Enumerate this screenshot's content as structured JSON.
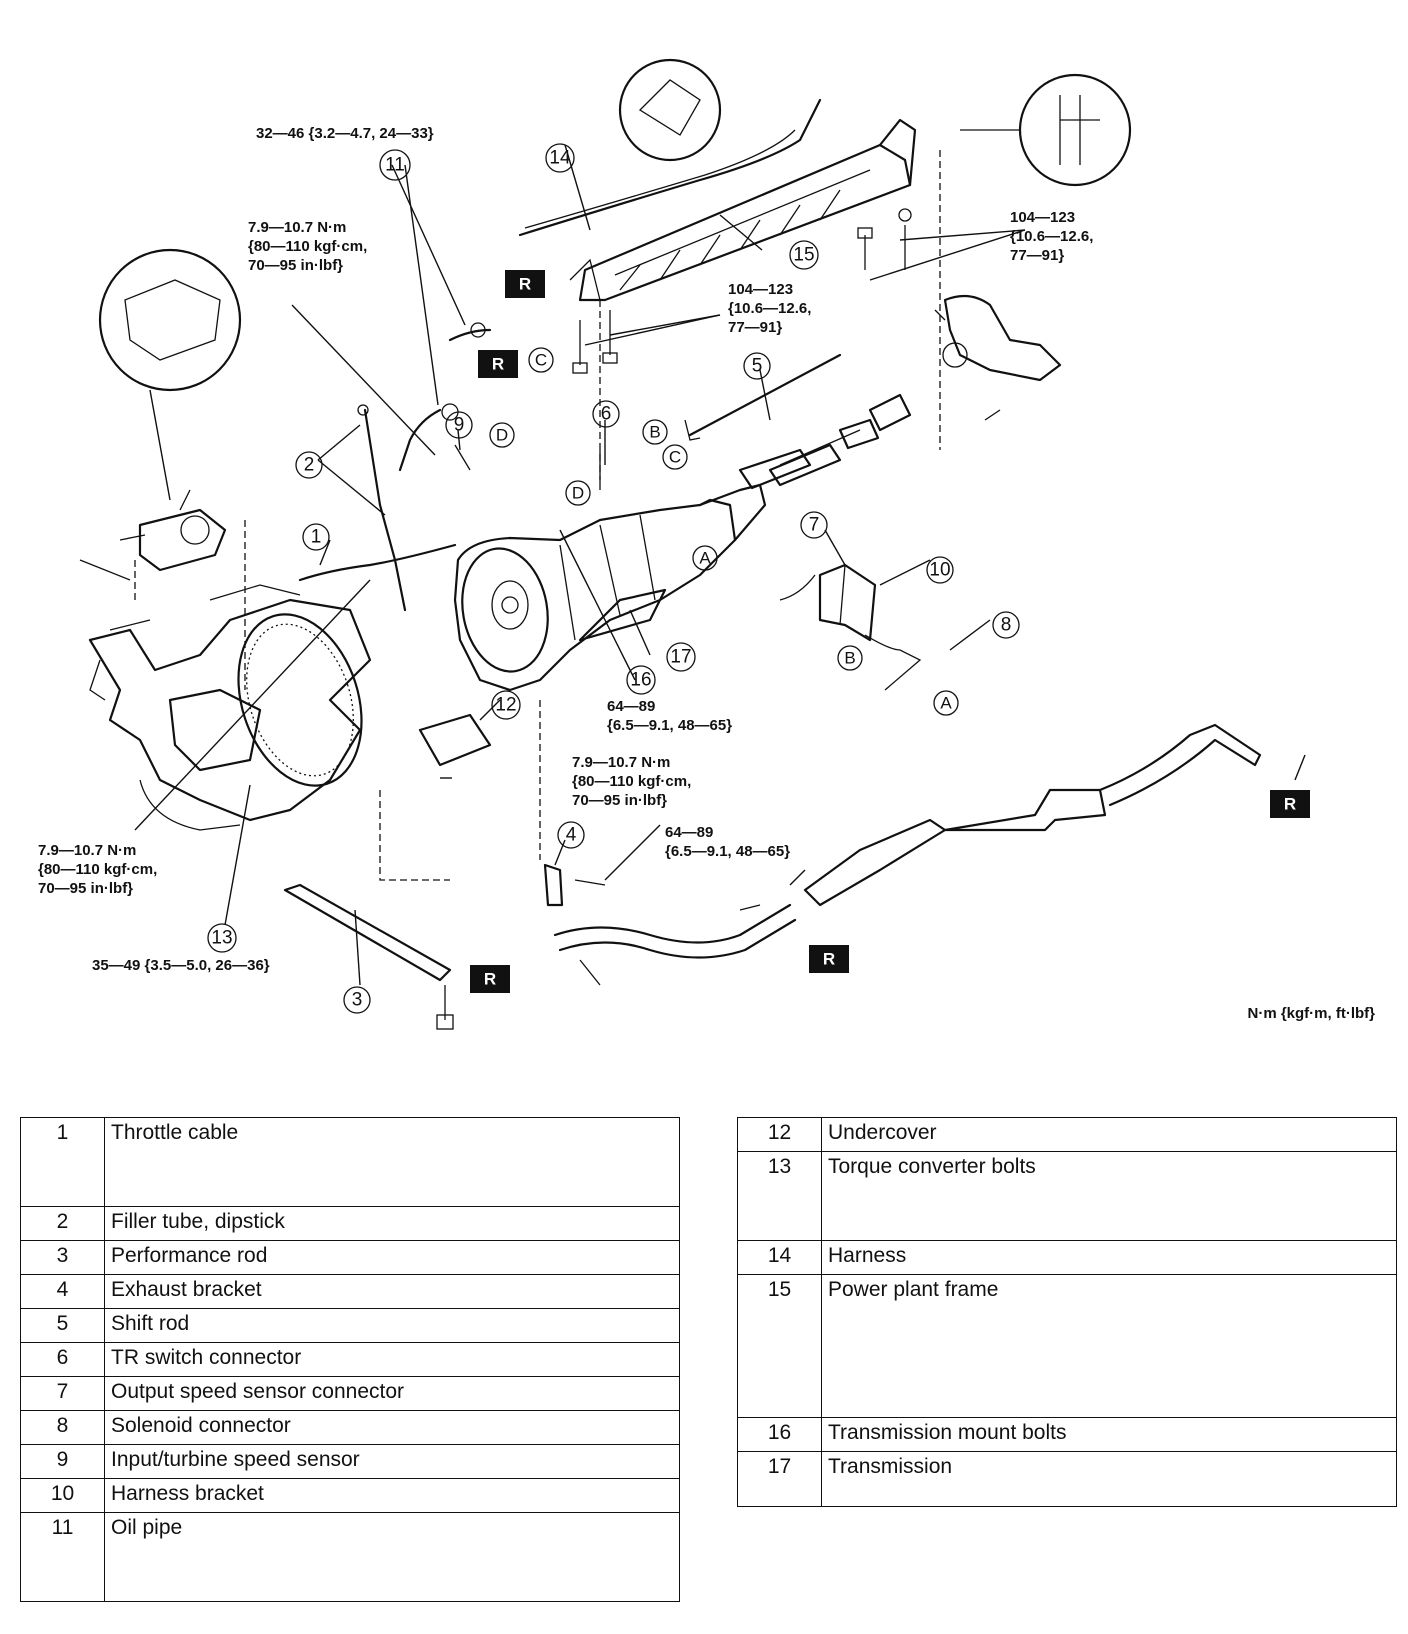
{
  "diagram": {
    "units_note": "N·m {kgf·m, ft·lbf}",
    "torque_specs": {
      "oil_pipe": "32—46 {3.2—4.7, 24—33}",
      "filler_tube": [
        "7.9—10.7 N·m",
        "{80—110 kgf·cm,",
        "70—95 in·lbf}"
      ],
      "frame_upper": [
        "104—123",
        "{10.6—12.6,",
        "77—91}"
      ],
      "frame_lower": [
        "104—123",
        "{10.6—12.6,",
        "77—91}"
      ],
      "mount_bolts": [
        "64—89",
        "{6.5—9.1, 48—65}"
      ],
      "undercover": [
        "7.9—10.7 N·m",
        "{80—110 kgf·cm,",
        "70—95 in·lbf}"
      ],
      "exhaust_bracket": [
        "64—89",
        "{6.5—9.1, 48—65}"
      ],
      "converter_bolts": [
        "7.9—10.7 N·m",
        "{80—110 kgf·cm,",
        "70—95 in·lbf}"
      ],
      "performance_rod": "35—49 {3.5—5.0, 26—36}"
    },
    "callouts": [
      "1",
      "2",
      "3",
      "4",
      "5",
      "6",
      "7",
      "8",
      "9",
      "10",
      "11",
      "12",
      "13",
      "14",
      "15",
      "16",
      "17"
    ],
    "ref_letters": [
      "A",
      "B",
      "C",
      "D"
    ],
    "replace_marker": "R"
  },
  "legend_left": [
    {
      "num": "1",
      "label": "Throttle cable"
    },
    {
      "num": "2",
      "label": "Filler tube, dipstick"
    },
    {
      "num": "3",
      "label": "Performance rod"
    },
    {
      "num": "4",
      "label": "Exhaust bracket"
    },
    {
      "num": "5",
      "label": "Shift rod"
    },
    {
      "num": "6",
      "label": "TR switch connector"
    },
    {
      "num": "7",
      "label": "Output speed sensor connector"
    },
    {
      "num": "8",
      "label": "Solenoid connector"
    },
    {
      "num": "9",
      "label": "Input/turbine speed sensor"
    },
    {
      "num": "10",
      "label": "Harness bracket"
    },
    {
      "num": "11",
      "label": "Oil pipe"
    }
  ],
  "legend_right": [
    {
      "num": "12",
      "label": "Undercover"
    },
    {
      "num": "13",
      "label": "Torque converter bolts"
    },
    {
      "num": "14",
      "label": "Harness"
    },
    {
      "num": "15",
      "label": "Power plant frame"
    },
    {
      "num": "16",
      "label": "Transmission mount bolts"
    },
    {
      "num": "17",
      "label": "Transmission"
    }
  ]
}
